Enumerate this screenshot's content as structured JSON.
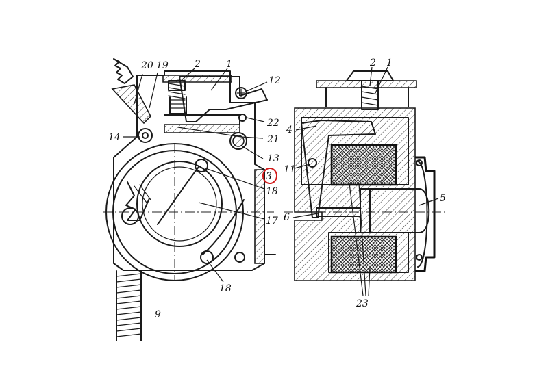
{
  "figure": {
    "highlight_color": "#d21a1a",
    "line_color": "#1a1a1a",
    "callouts": {
      "c1": "1",
      "c2": "2",
      "c3": "3",
      "c4": "4",
      "c5": "5",
      "c6": "6",
      "c9": "9",
      "c11": "11",
      "c12": "12",
      "c13": "13",
      "c14": "14",
      "c17": "17",
      "c18": "18",
      "c19": "19",
      "c20": "20",
      "c21": "21",
      "c22": "22",
      "c23": "23"
    },
    "highlighted_callout": "3"
  }
}
